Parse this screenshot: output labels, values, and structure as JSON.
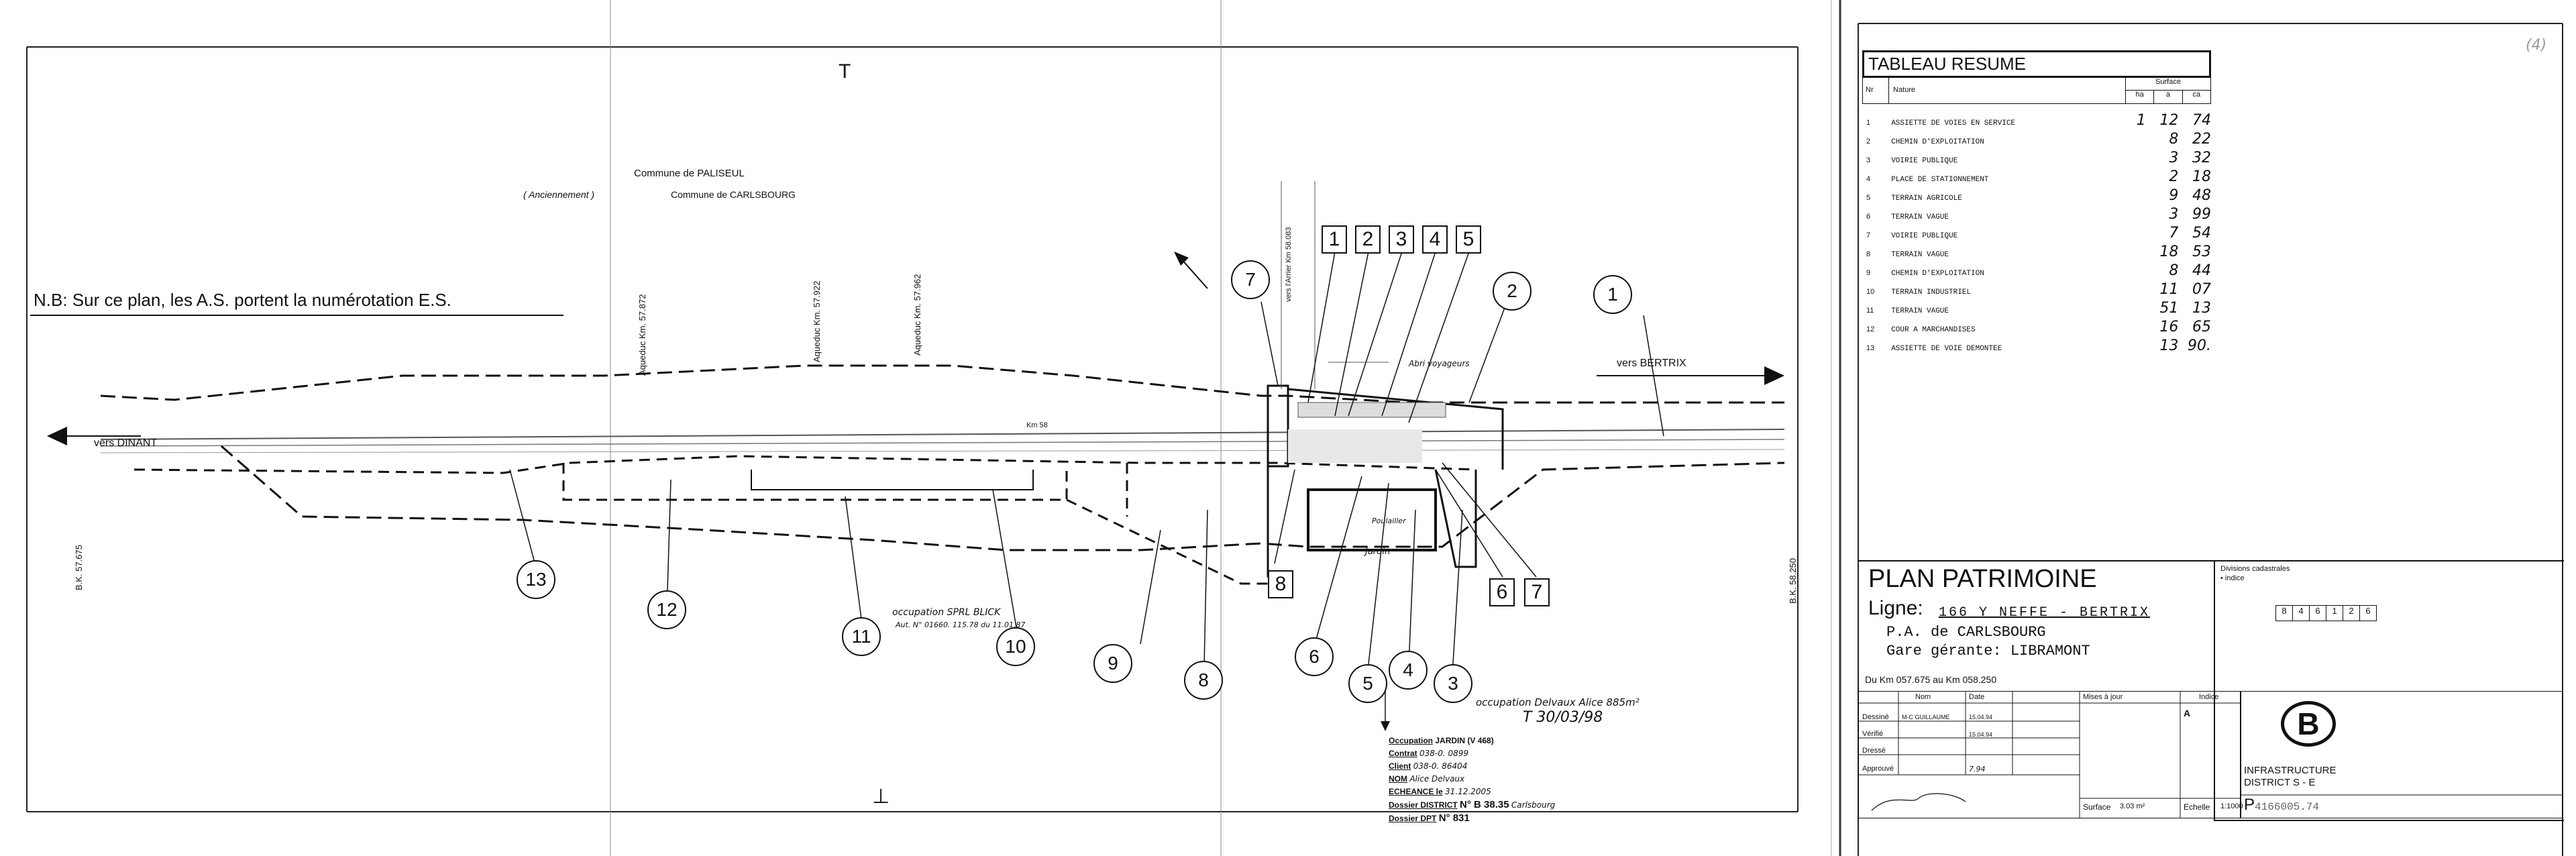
{
  "plan": {
    "compass_top": "T",
    "compass_bottom": "⊥",
    "commune_1": "Commune de PALISEUL",
    "commune_2_prefix": "( Anciennement )",
    "commune_2": "Commune de CARLSBOURG",
    "nb_note": "N.B: Sur ce plan, les A.S. portent la numérotation E.S.",
    "vers_dinant": "vers DINANT",
    "vers_bertrix": "vers BERTRIX",
    "aqueduc_1": "Aqueduc Km. 57.872",
    "aqueduc_2": "Aqueduc Km. 57.922",
    "aqueduc_3": "Aqueduc Km. 57.962",
    "km_start": "B.K. 57.675",
    "km_end": "B.K. 58.250",
    "km58": "Km 58",
    "vertical_note": "vers l'Arrier Km 58.083",
    "abri": "Abri voyageurs",
    "jardin": "Jardin",
    "poulailler": "Poulailler",
    "occupation_1": "occupation SPRL BLICK",
    "occupation_1_sub": "Aut. N° 01660. 115.78 du 11.01.87",
    "occupation_2": "occupation Delvaux Alice 885m²",
    "boxes": [
      "1",
      "2",
      "3",
      "4",
      "5",
      "6",
      "7",
      "8"
    ],
    "circles": [
      "1",
      "2",
      "3",
      "4",
      "5",
      "6",
      "7",
      "8",
      "9",
      "10",
      "11",
      "12",
      "13"
    ]
  },
  "stamp": {
    "occupation_label": "Occupation",
    "occupation_value": "JARDIN (V 468)",
    "contrat_label": "Contrat",
    "contrat_value": "038-0. 0899",
    "client_label": "Client",
    "client_value": "038-0. 86404",
    "nom_label": "NOM",
    "nom_value": "Alice Delvaux",
    "echeance_label": "ECHEANCE le",
    "echeance_value": "31.12.2005",
    "dossier_district_label": "Dossier DISTRICT",
    "dossier_district_value": "N° B 38.35",
    "dossier_dpt_label": "Dossier DPT",
    "dossier_dpt_value": "N° 831",
    "annot_date": "T 30/03/98",
    "annot_place": "Carlsbourg"
  },
  "corner_mark": "(4)",
  "summary": {
    "title": "TABLEAU RESUME",
    "header_nr": "Nr",
    "header_nature": "Nature",
    "header_surface": "Surface",
    "header_ha": "ha",
    "header_a": "a",
    "header_ca": "ca",
    "rows": [
      {
        "nr": "1",
        "nature": "ASSIETTE DE VOIES EN SERVICE",
        "ha": "1",
        "a": "12",
        "ca": "74"
      },
      {
        "nr": "2",
        "nature": "CHEMIN D'EXPLOITATION",
        "ha": "",
        "a": "8",
        "ca": "22"
      },
      {
        "nr": "3",
        "nature": "VOIRIE PUBLIQUE",
        "ha": "",
        "a": "3",
        "ca": "32"
      },
      {
        "nr": "4",
        "nature": "PLACE DE STATIONNEMENT",
        "ha": "",
        "a": "2",
        "ca": "18"
      },
      {
        "nr": "5",
        "nature": "TERRAIN AGRICOLE",
        "ha": "",
        "a": "9",
        "ca": "48"
      },
      {
        "nr": "6",
        "nature": "TERRAIN VAGUE",
        "ha": "",
        "a": "3",
        "ca": "99"
      },
      {
        "nr": "7",
        "nature": "VOIRIE PUBLIQUE",
        "ha": "",
        "a": "7",
        "ca": "54"
      },
      {
        "nr": "8",
        "nature": "TERRAIN VAGUE",
        "ha": "",
        "a": "18",
        "ca": "53"
      },
      {
        "nr": "9",
        "nature": "CHEMIN D'EXPLOITATION",
        "ha": "",
        "a": "8",
        "ca": "44"
      },
      {
        "nr": "10",
        "nature": "TERRAIN INDUSTRIEL",
        "ha": "",
        "a": "11",
        "ca": "07"
      },
      {
        "nr": "11",
        "nature": "TERRAIN VAGUE",
        "ha": "",
        "a": "51",
        "ca": "13"
      },
      {
        "nr": "12",
        "nature": "COUR A MARCHANDISES",
        "ha": "",
        "a": "16",
        "ca": "65"
      },
      {
        "nr": "13",
        "nature": "ASSIETTE DE VOIE DEMONTEE",
        "ha": "",
        "a": "13",
        "ca": "90."
      }
    ]
  },
  "cartouche": {
    "title": "PLAN PATRIMOINE",
    "ligne_label": "Ligne:",
    "ligne_value": "166 Y NEFFE - BERTRIX",
    "pa": "P.A. de CARLSBOURG",
    "gare": "Gare gérante: LIBRAMONT",
    "du_km": "Du Km 057.675 au Km 058.250",
    "divisions_title": "Divisions cadastrales",
    "divisions_sub": "• indice",
    "divisions_cells": [
      "8",
      "4",
      "6",
      "1",
      "2",
      "6"
    ],
    "col_nom": "Nom",
    "col_date": "Date",
    "col_mises": "Mises à jour",
    "col_indice": "Indice",
    "indice_value": "A",
    "row_dessine": "Dessiné",
    "row_verifie": "Vérifié",
    "row_dresse": "Dressé",
    "row_approuve": "Approuvé",
    "dessine_nom": "M-C GUILLAUME",
    "dessine_date": "15.04.94",
    "verifie_date": "15.04.94",
    "approuve_date": "7.94",
    "surface_label": "Surface",
    "surface_value": "3.03 m²",
    "echelle_label": "Echelle",
    "echelle_value": "1:1000",
    "logo_letter": "B",
    "infra_1": "INFRASTRUCTURE",
    "infra_2": "DISTRICT S - E",
    "ref_prefix": "P",
    "ref_value": "4166005.74"
  }
}
